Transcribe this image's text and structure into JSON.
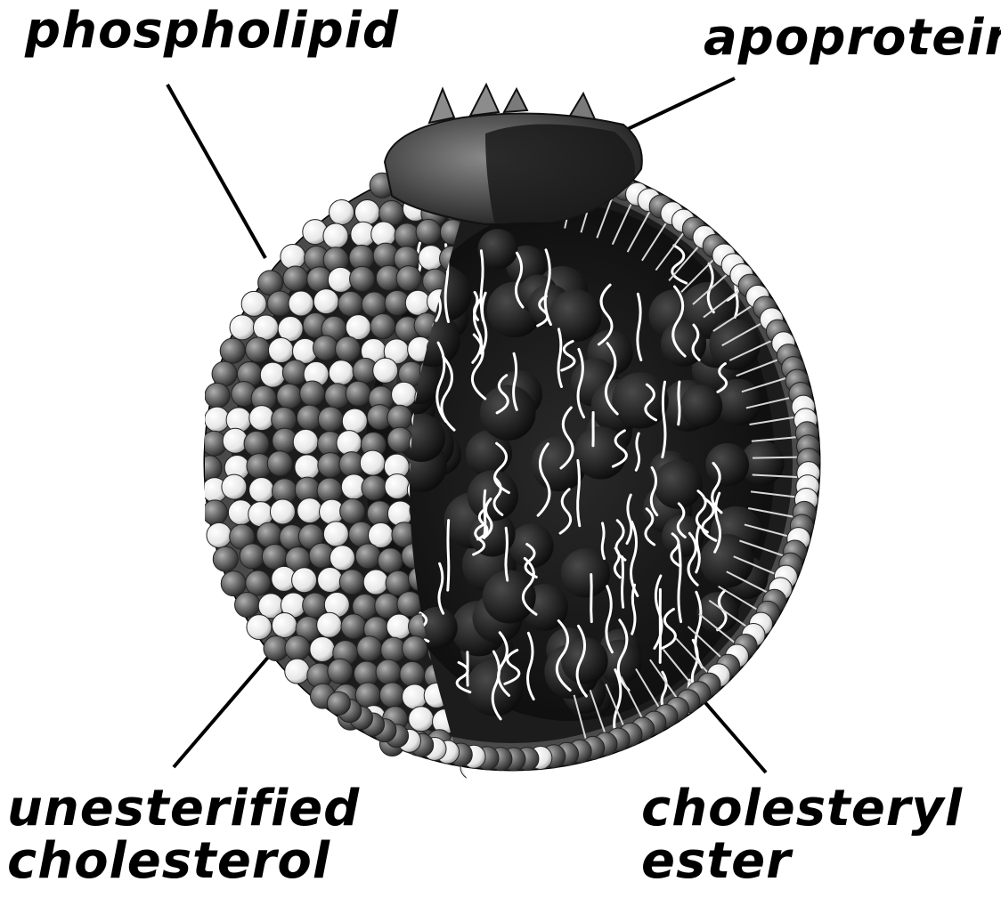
{
  "labels": {
    "phospholipid": "phospholipid",
    "apoprotein": "apoprotein",
    "unesterified_line1": "unesterified",
    "unesterified_line2": "cholesterol",
    "cholesteryl_line1": "cholesteryl",
    "cholesteryl_line2": "ester"
  },
  "colors": {
    "background": "#ffffff",
    "phospholipid_head": "#6a6a6a",
    "cholesterol_head": "#f2f2f2",
    "core": "#1a1a1a",
    "tail": "#ffffff",
    "apoprotein": "#3a3a3a",
    "line": "#000000"
  }
}
